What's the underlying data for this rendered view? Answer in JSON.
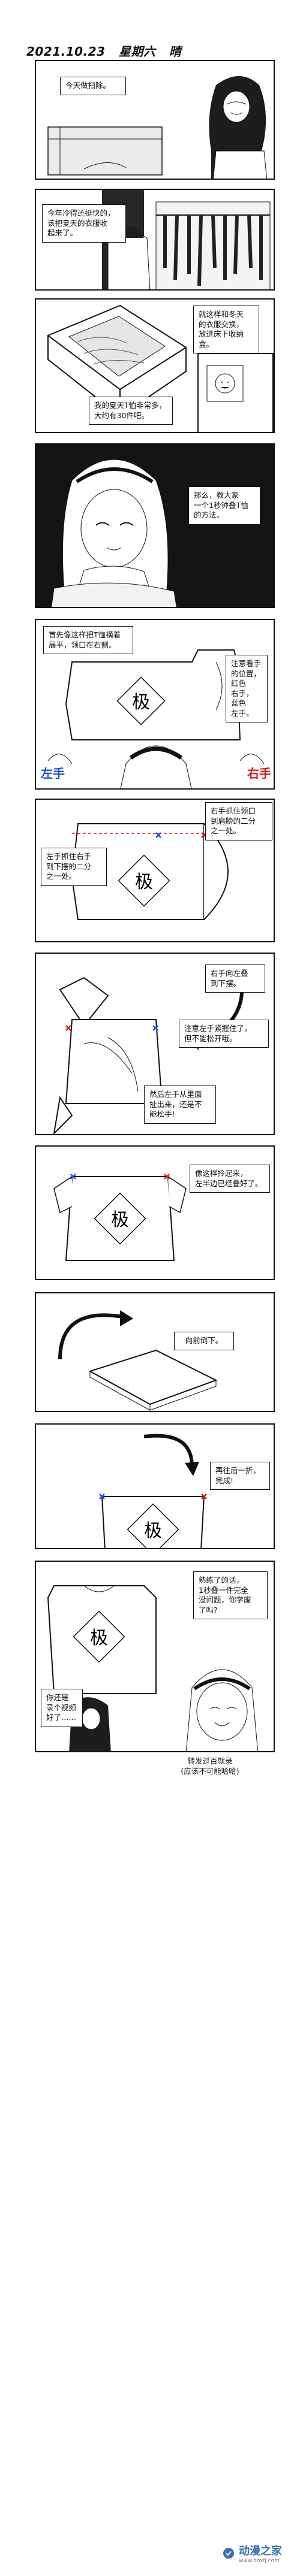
{
  "header": {
    "date": "2021.10.23",
    "weekday": "星期六",
    "weather": "晴"
  },
  "panels": [
    {
      "text": "今天做扫除。"
    },
    {
      "text": "今年冷得还挺快的，\n该把夏天的衣服收\n起来了。"
    },
    {
      "texts": [
        "就这样和冬天\n的衣服交换，\n放进床下收纳盒。",
        "我的夏天T恤非常多，\n大约有30件吧。"
      ]
    },
    {
      "text": "那么，教大家\n一个1秒钟叠T恤\n的方法。"
    },
    {
      "texts": [
        "首先像这样把T恤横着\n展平，领口在右侧。",
        "注意看手\n的位置，\n红色\n右手，\n蓝色\n左手。"
      ],
      "tags": {
        "left": "左手",
        "right": "右手"
      }
    },
    {
      "texts": [
        "右手抓住领口\n到肩膀的二分\n之一处。",
        "左手抓住右手\n到下摆的二分\n之一处。"
      ]
    },
    {
      "texts": [
        "右手向左叠\n到下摆。",
        "注意左手紧握住了，\n但不能松开哦。",
        "然后左手从里面\n扯出来，还是不\n能松手!"
      ]
    },
    {
      "text": "像这样拎起来，\n左半边已经叠好了。"
    },
    {
      "text": "向前倒下。"
    },
    {
      "text": "再往后一折，\n完成!"
    },
    {
      "texts": [
        "熟练了的话，\n1秒叠一件完全\n没问题，你学废\n了吗?",
        "你还是\n录个视频\n好了……"
      ],
      "caption": "转发过百就录\n(应该不可能哈哈)"
    }
  ],
  "shirt_emblem": "极",
  "watermark": {
    "brand": "动漫之家",
    "url": "www.dmzj.com",
    "color": "#3a6fb0"
  },
  "colors": {
    "right_hand": "#d21d1d",
    "left_hand": "#1f4fd8"
  }
}
